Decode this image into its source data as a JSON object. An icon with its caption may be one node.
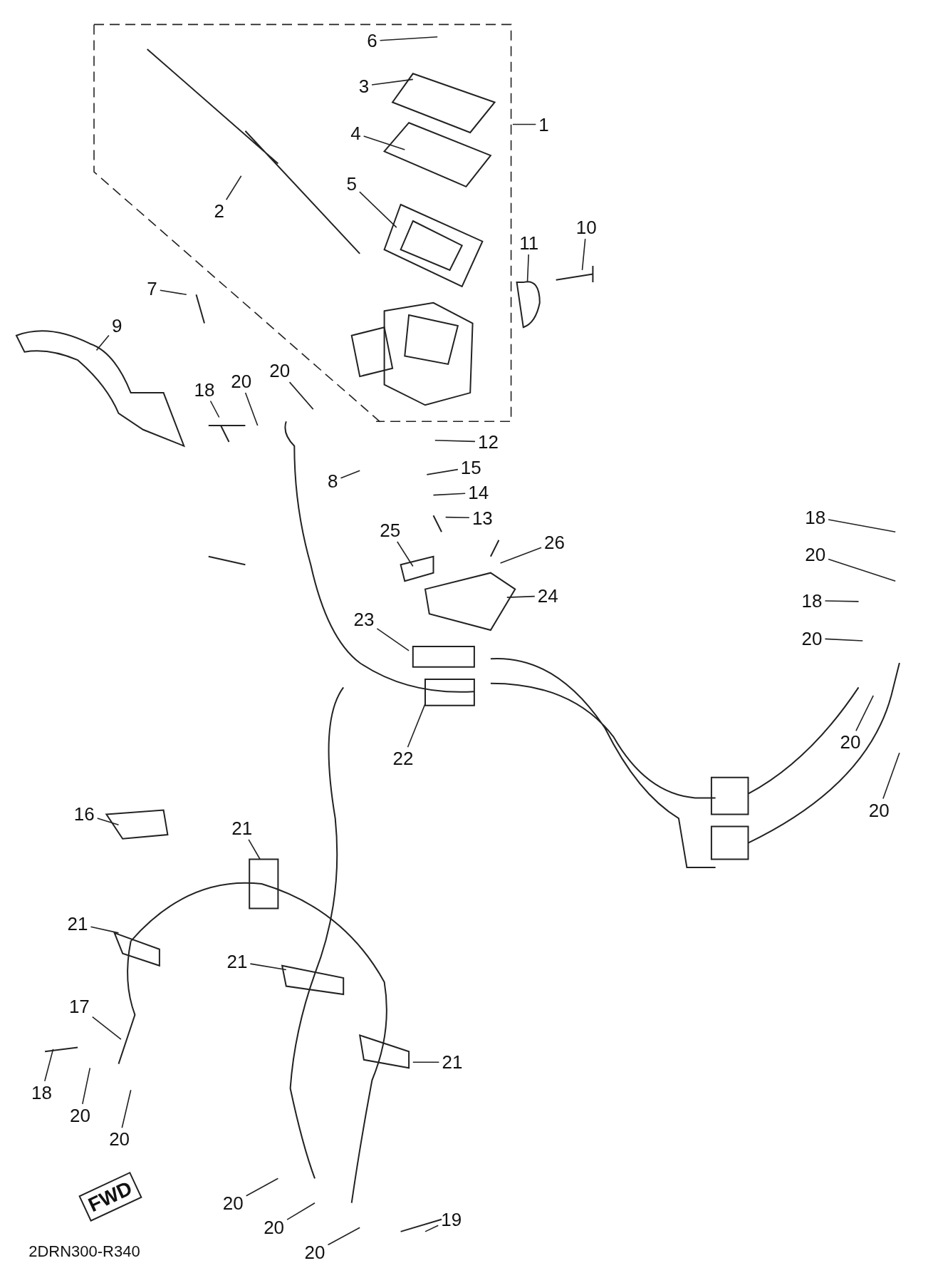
{
  "diagram": {
    "nodes": [
      {
        "text": [
          "6"
        ]
      },
      {
        "text": [
          "3"
        ]
      },
      {
        "text": [
          "1"
        ]
      },
      {
        "text": [
          "4"
        ]
      },
      {
        "text": [
          "5"
        ]
      },
      {
        "text": [
          "2"
        ]
      },
      {
        "text": [
          "10"
        ]
      },
      {
        "text": [
          "11"
        ]
      },
      {
        "text": [
          "7"
        ]
      },
      {
        "text": [
          "9"
        ]
      },
      {
        "text": [
          "20"
        ]
      },
      {
        "text": [
          "20"
        ]
      },
      {
        "text": [
          "18"
        ]
      },
      {
        "text": [
          "12"
        ]
      },
      {
        "text": [
          "15"
        ]
      },
      {
        "text": [
          "8"
        ]
      },
      {
        "text": [
          "14"
        ]
      },
      {
        "text": [
          "18"
        ]
      },
      {
        "text": [
          "13"
        ]
      },
      {
        "text": [
          "25"
        ]
      },
      {
        "text": [
          "26"
        ]
      },
      {
        "text": [
          "20"
        ]
      },
      {
        "text": [
          "24"
        ]
      },
      {
        "text": [
          "18"
        ]
      },
      {
        "text": [
          "23"
        ]
      },
      {
        "text": [
          "20"
        ]
      },
      {
        "text": [
          "20"
        ]
      },
      {
        "text": [
          "22"
        ]
      },
      {
        "text": [
          "20"
        ]
      },
      {
        "text": [
          "16"
        ]
      },
      {
        "text": [
          "21"
        ]
      },
      {
        "text": [
          "21"
        ]
      },
      {
        "text": [
          "21"
        ]
      },
      {
        "text": [
          "17"
        ]
      },
      {
        "text": [
          "21"
        ]
      },
      {
        "text": [
          "18"
        ]
      },
      {
        "text": [
          "20"
        ]
      },
      {
        "text": [
          "20"
        ]
      },
      {
        "text": [
          "20"
        ]
      },
      {
        "text": [
          "19"
        ]
      },
      {
        "text": [
          "20"
        ]
      },
      {
        "text": [
          "20"
        ]
      }
    ],
    "edges": [
      {
        "from": 0,
        "to": null,
        "arrow": "none"
      },
      {
        "from": 1,
        "to": null,
        "arrow": "none"
      },
      {
        "from": 2,
        "to": null,
        "arrow": "none"
      },
      {
        "from": 3,
        "to": null,
        "arrow": "none"
      },
      {
        "from": 4,
        "to": null,
        "arrow": "none"
      },
      {
        "from": 5,
        "to": null,
        "arrow": "none"
      },
      {
        "from": 6,
        "to": null,
        "arrow": "none"
      },
      {
        "from": 7,
        "to": null,
        "arrow": "none"
      },
      {
        "from": 8,
        "to": null,
        "arrow": "none"
      },
      {
        "from": 9,
        "to": null,
        "arrow": "none"
      },
      {
        "from": 10,
        "to": null,
        "arrow": "none"
      },
      {
        "from": 11,
        "to": null,
        "arrow": "none"
      },
      {
        "from": 12,
        "to": null,
        "arrow": "none"
      },
      {
        "from": 13,
        "to": null,
        "arrow": "none"
      },
      {
        "from": 14,
        "to": null,
        "arrow": "none"
      },
      {
        "from": 15,
        "to": null,
        "arrow": "none"
      },
      {
        "from": 16,
        "to": null,
        "arrow": "none"
      },
      {
        "from": 17,
        "to": null,
        "arrow": "none"
      },
      {
        "from": 18,
        "to": null,
        "arrow": "none"
      },
      {
        "from": 19,
        "to": null,
        "arrow": "none"
      },
      {
        "from": 20,
        "to": null,
        "arrow": "none"
      },
      {
        "from": 21,
        "to": null,
        "arrow": "none"
      },
      {
        "from": 22,
        "to": null,
        "arrow": "none"
      },
      {
        "from": 23,
        "to": null,
        "arrow": "none"
      },
      {
        "from": 24,
        "to": null,
        "arrow": "none"
      },
      {
        "from": 25,
        "to": null,
        "arrow": "none"
      },
      {
        "from": 26,
        "to": null,
        "arrow": "none"
      },
      {
        "from": 27,
        "to": null,
        "arrow": "none"
      },
      {
        "from": 28,
        "to": null,
        "arrow": "none"
      },
      {
        "from": 29,
        "to": null,
        "arrow": "none"
      },
      {
        "from": 30,
        "to": null,
        "arrow": "none"
      },
      {
        "from": 31,
        "to": null,
        "arrow": "none"
      },
      {
        "from": 32,
        "to": null,
        "arrow": "none"
      },
      {
        "from": 33,
        "to": null,
        "arrow": "none"
      },
      {
        "from": 34,
        "to": null,
        "arrow": "none"
      },
      {
        "from": 35,
        "to": null,
        "arrow": "none"
      },
      {
        "from": 36,
        "to": null,
        "arrow": "none"
      },
      {
        "from": 37,
        "to": null,
        "arrow": "none"
      },
      {
        "from": 38,
        "to": null,
        "arrow": "none"
      },
      {
        "from": 39,
        "to": null,
        "arrow": "none"
      },
      {
        "from": 40,
        "to": null,
        "arrow": "none"
      },
      {
        "from": 41,
        "to": null,
        "arrow": "none"
      }
    ],
    "labels": [
      "FWD",
      "2DRN300-R340"
    ]
  }
}
